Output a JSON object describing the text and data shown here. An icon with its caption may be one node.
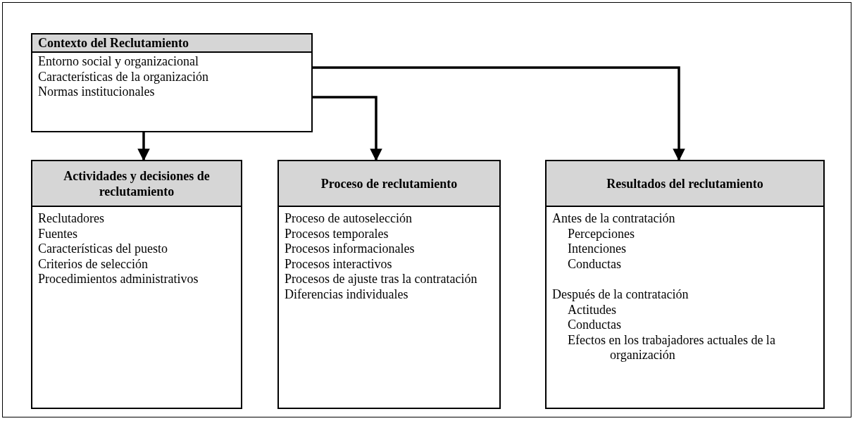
{
  "diagram": {
    "nodes": [
      {
        "text": [
          "Contexto del Reclutamiento",
          "Entorno social y organizacional",
          "Características de la organización",
          "Normas institucionales"
        ]
      },
      {
        "text": [
          "Actividades y decisiones de reclutamiento",
          "Reclutadores",
          "Fuentes",
          "Características del puesto",
          "Criterios de selección",
          "Procedimientos administrativos"
        ]
      },
      {
        "text": [
          "Proceso de reclutamiento",
          "Proceso de autoselección",
          "Procesos temporales",
          "Procesos informacionales",
          "Procesos interactivos",
          "Procesos de ajuste tras la contratación",
          "Diferencias individuales"
        ]
      },
      {
        "text": [
          "Resultados del reclutamiento",
          "Antes de la contratación",
          "Percepciones",
          "Intenciones",
          "Conductas",
          "Después de la contratación",
          "Actitudes",
          "Conductas",
          "Efectos en los trabajadores actuales de la organización"
        ]
      }
    ],
    "edges": [
      {
        "from": 0,
        "to": 1,
        "arrow": "to"
      },
      {
        "from": 0,
        "to": 2,
        "arrow": "to"
      },
      {
        "from": 0,
        "to": 3,
        "arrow": "to"
      }
    ]
  }
}
